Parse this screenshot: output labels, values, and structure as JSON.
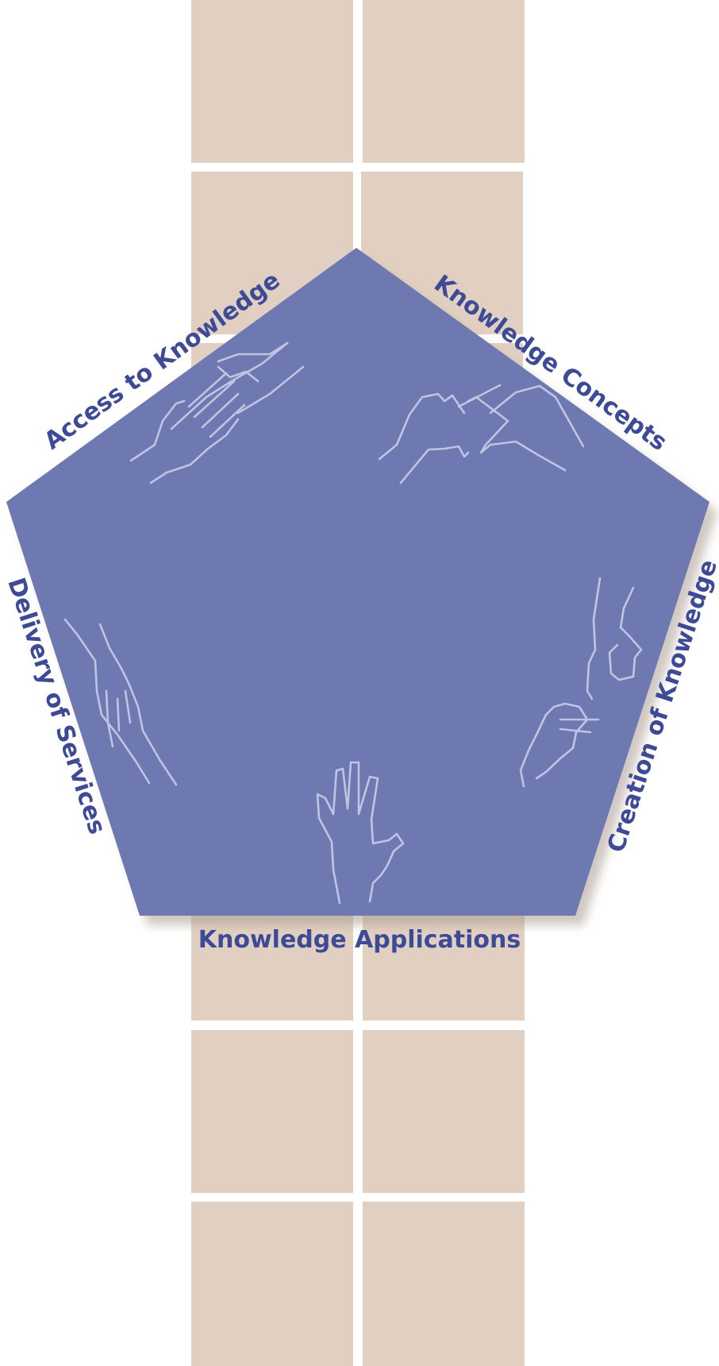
{
  "diagram": {
    "colors": {
      "pentagon": "#6e78b1",
      "tile": "#e1d0c2",
      "label": "#3d4b96",
      "hand_outline": "#c9cde6"
    },
    "labels": {
      "top_left": "Access to Knowledge",
      "top_right": "Knowledge Concepts",
      "right": "Creation of Knowledge",
      "bottom": "Knowledge Applications",
      "left": "Delivery of Services"
    },
    "icons": [
      "hands-touching-icon",
      "hands-pinch-icon",
      "hands-reaching-icon",
      "raised-hand-icon",
      "hands-holding-icon"
    ]
  }
}
